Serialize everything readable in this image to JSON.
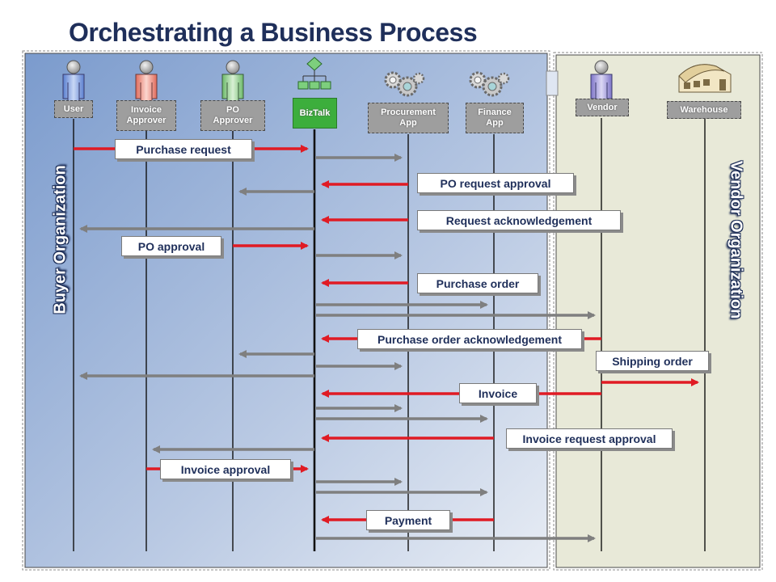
{
  "title": "Orchestrating a Business Process",
  "lanes": {
    "buyer": "Buyer Organization",
    "vendor": "Vendor Organization"
  },
  "actors": {
    "user": "User",
    "invoice_approver": "Invoice Approver",
    "po_approver": "PO Approver",
    "biztalk": "BizTalk",
    "procurement_app": "Procurement App",
    "finance_app": "Finance App",
    "vendor": "Vendor",
    "warehouse": "Warehouse"
  },
  "messages": {
    "purchase_request": "Purchase request",
    "po_request_approval": "PO request approval",
    "request_acknowledgement": "Request acknowledgement",
    "po_approval": "PO approval",
    "purchase_order": "Purchase order",
    "purchase_order_acknowledgement": "Purchase order acknowledgement",
    "shipping_order": "Shipping order",
    "invoice": "Invoice",
    "invoice_request_approval": "Invoice request approval",
    "invoice_approval": "Invoice approval",
    "payment": "Payment"
  },
  "colors": {
    "buyer_bg_top": "#7f9fcf",
    "buyer_bg_bottom": "#e3e9f3",
    "vendor_bg": "#e8e9d8",
    "red_arrow": "#e01b24",
    "gray_arrow": "#7f7f7f",
    "biztalk": "#3cae3c"
  },
  "icons": {
    "person": "person-icon",
    "app": "gears-icon",
    "flowchart": "flowchart-icon",
    "warehouse": "warehouse-icon"
  }
}
